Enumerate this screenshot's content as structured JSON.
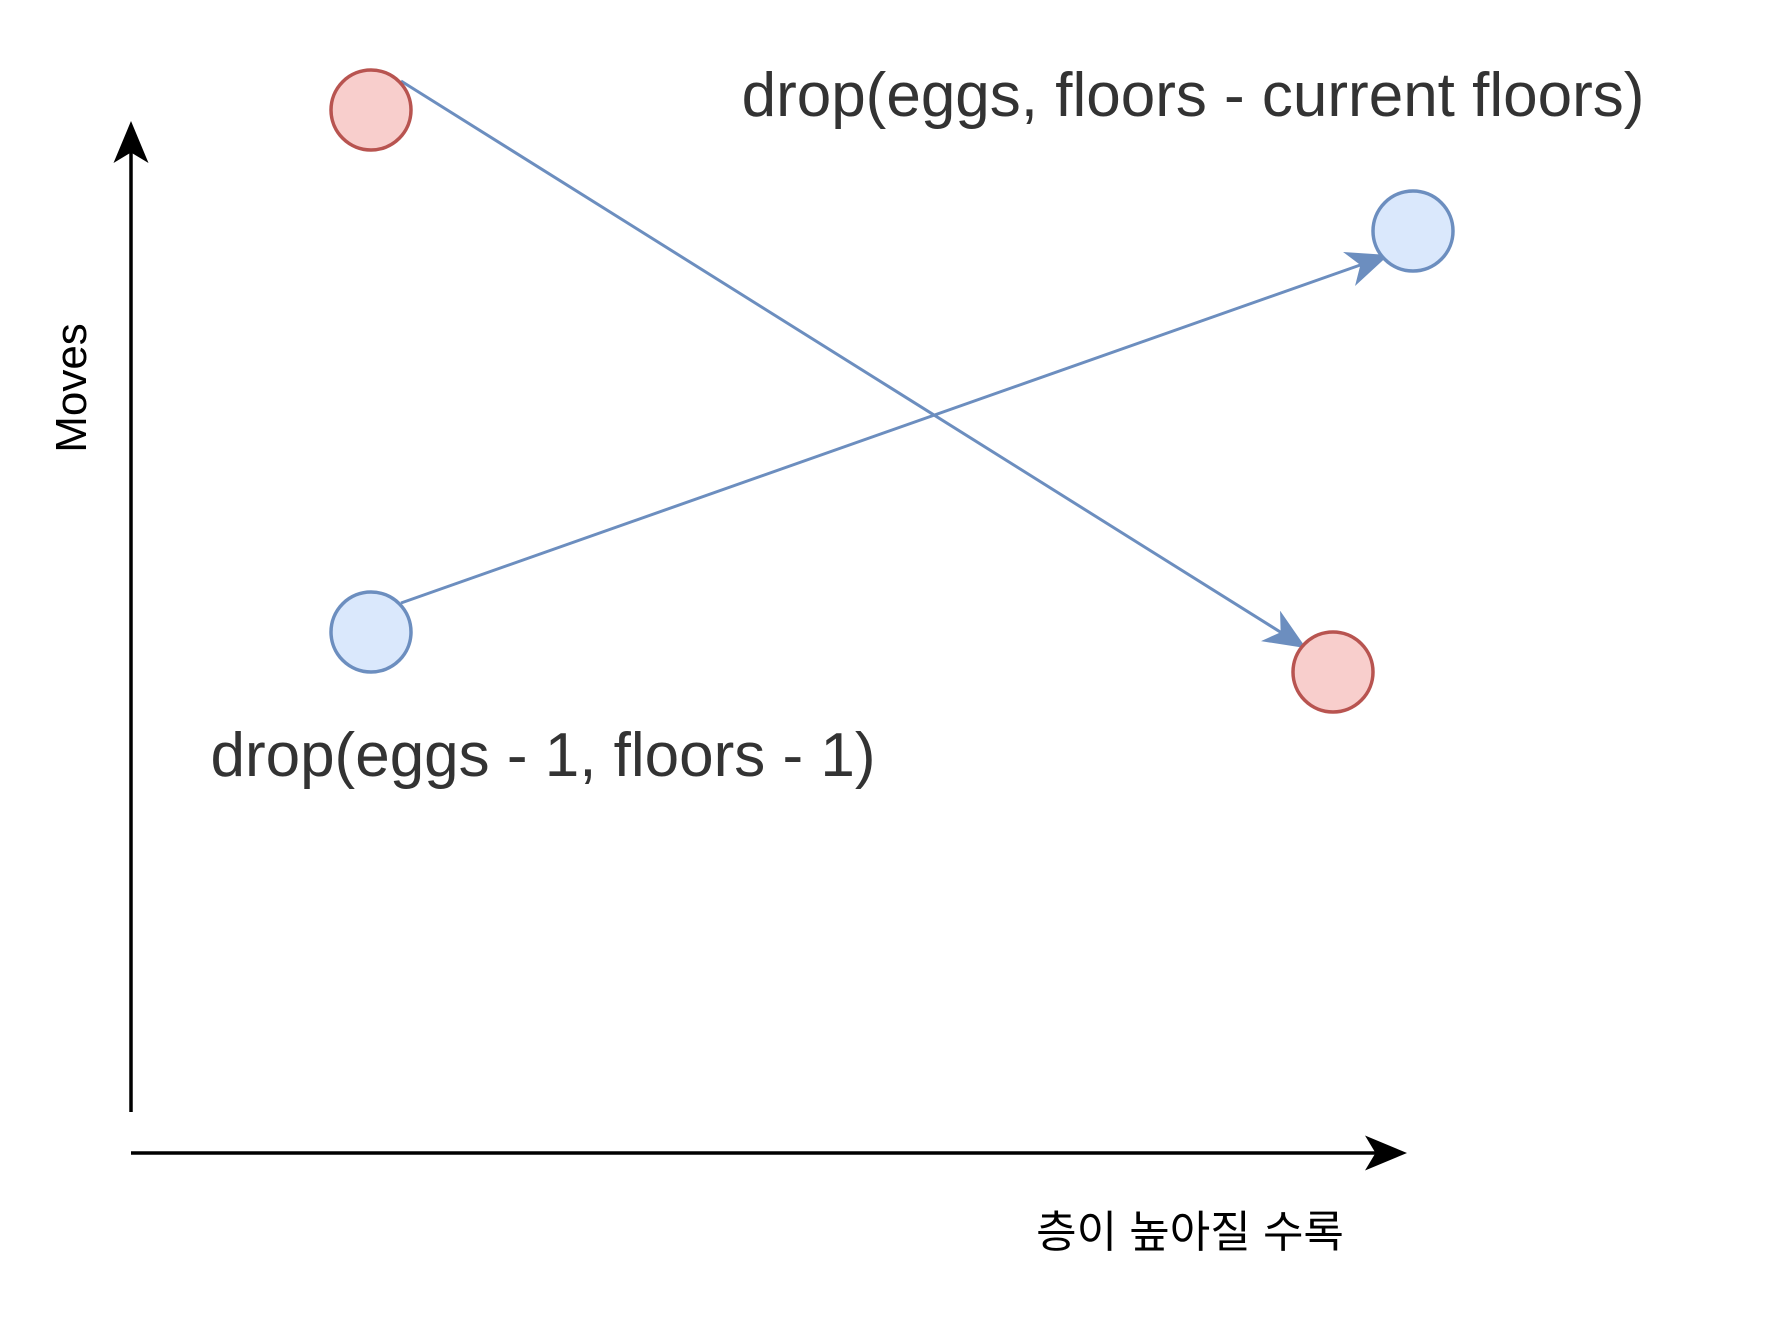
{
  "diagram": {
    "y_axis_label": "Moves",
    "x_axis_label": "층이 높아질 수록",
    "label_top": "drop(eggs, floors - current floors)",
    "label_bottom": "drop(eggs - 1, floors - 1)",
    "colors": {
      "red_fill": "#f8cecc",
      "red_stroke": "#b85450",
      "blue_fill": "#dae8fc",
      "blue_stroke": "#6c8ebf",
      "axis": "#000000",
      "text": "#333333"
    }
  }
}
